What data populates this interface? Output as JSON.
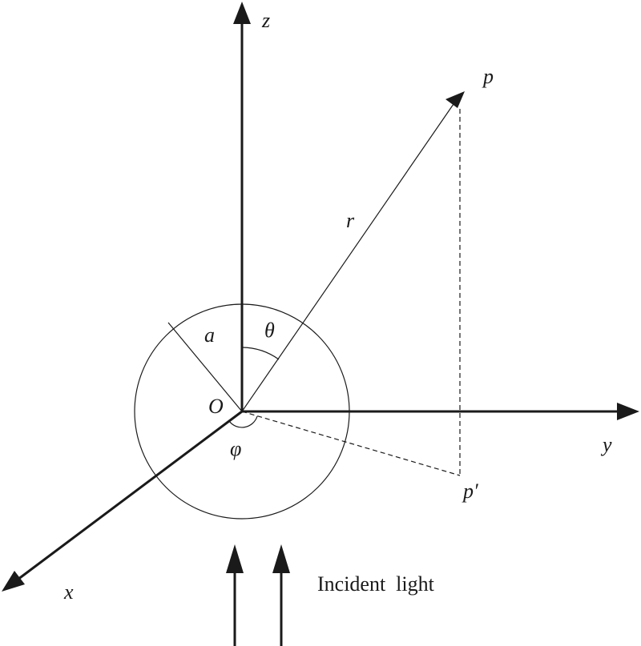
{
  "labels": {
    "z_axis": "z",
    "y_axis": "y",
    "x_axis": "x",
    "origin": "O",
    "point_p": "p",
    "projection_p": "p′",
    "distance_r": "r",
    "radius_a": "a",
    "polar_angle": "θ",
    "azimuth_angle": "φ",
    "incident_light": "Incident  light"
  },
  "colors": {
    "stroke": "#1a1a1a",
    "background": "#ffffff"
  }
}
